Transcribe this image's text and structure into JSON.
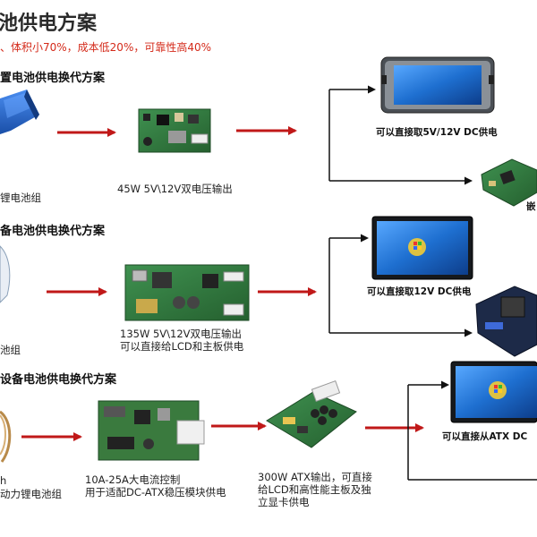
{
  "header": {
    "title": "池供电方案",
    "subtitle": "、体积小70%，成本低20%，可靠性高40%"
  },
  "section1": {
    "heading": "置电池供电换代方案",
    "battery_caption": "锂电池组",
    "board_caption": "45W 5V\\12V双电压输出",
    "device_top_caption": "可以直接取5V/12V DC供电",
    "device_bottom_caption": "嵌"
  },
  "section2": {
    "heading": "备电池供电换代方案",
    "battery_caption": "池组",
    "board_caption_line1": "135W 5V\\12V双电压输出",
    "board_caption_line2": "可以直接给LCD和主板供电",
    "device_top_caption": "可以直接取12V DC供电"
  },
  "section3": {
    "heading": "设备电池供电换代方案",
    "battery_caption_line1": "h",
    "battery_caption_line2": "动力锂电池组",
    "board1_caption_line1": "10A-25A大电流控制",
    "board1_caption_line2": "用于适配DC-ATX稳压模块供电",
    "board2_caption_line1": "300W ATX输出，可直接",
    "board2_caption_line2": "给LCD和高性能主板及独",
    "board2_caption_line3": "立显卡供电",
    "device_top_caption": "可以直接从ATX DC"
  },
  "colors": {
    "arrow_red": "#c01818",
    "subtitle_red": "#d42a1a",
    "pcb_green": "#2f7a3a",
    "battery_blue": "#1f5fc8",
    "screen_blue": "#1e6fd0"
  }
}
